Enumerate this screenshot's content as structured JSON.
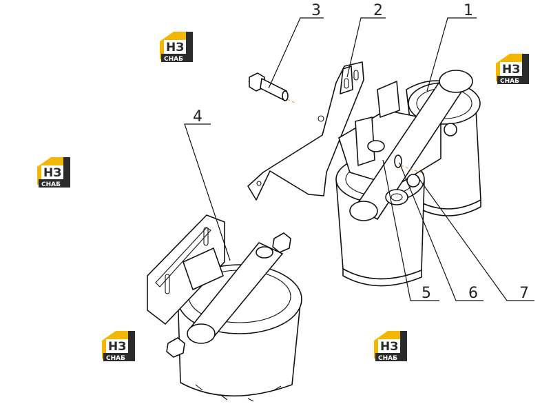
{
  "callouts": [
    {
      "id": "1",
      "label": "1"
    },
    {
      "id": "2",
      "label": "2"
    },
    {
      "id": "3",
      "label": "3"
    },
    {
      "id": "4",
      "label": "4"
    },
    {
      "id": "5",
      "label": "5"
    },
    {
      "id": "6",
      "label": "6"
    },
    {
      "id": "7",
      "label": "7"
    }
  ],
  "watermark": {
    "mark": "НЗ",
    "word": "СНАБ",
    "colors": {
      "house": "#f2b705",
      "dark": "#2b2b2b"
    }
  }
}
